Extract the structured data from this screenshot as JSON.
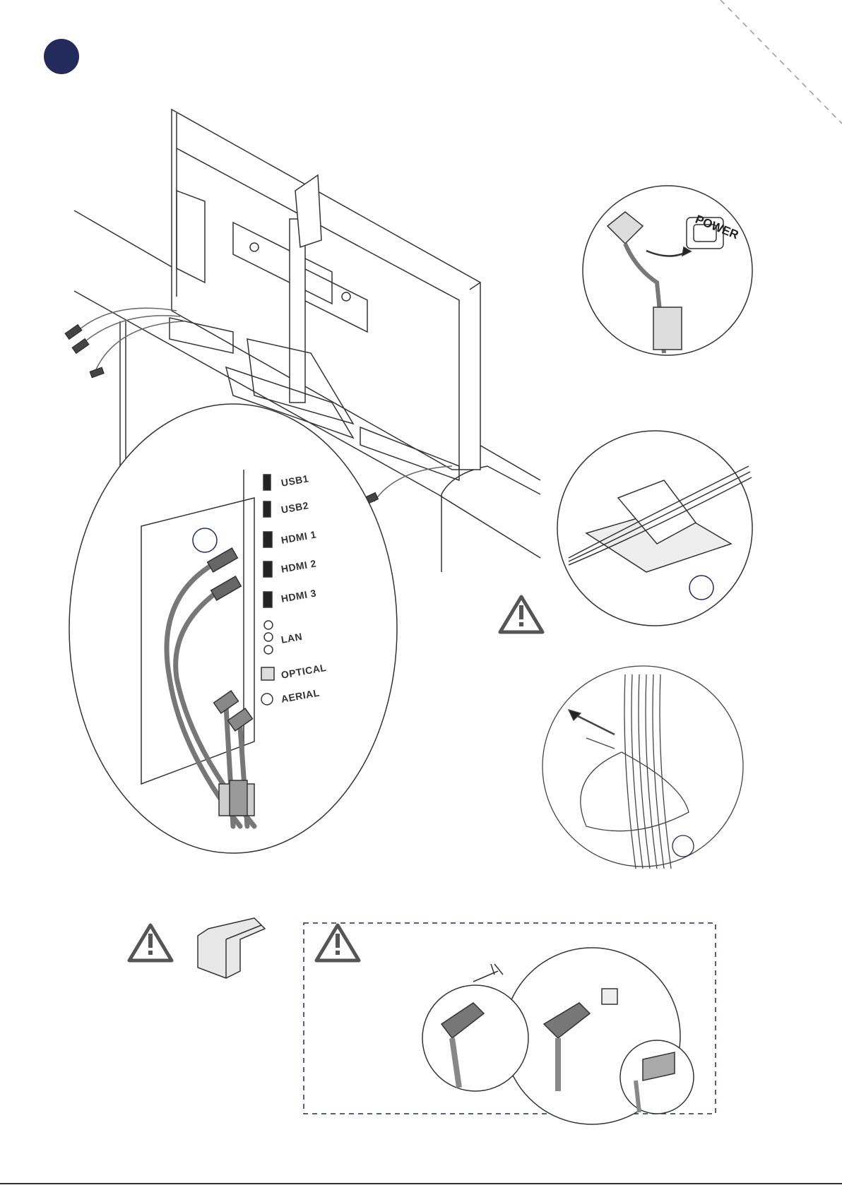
{
  "ports": {
    "usb1": "USB1",
    "usb2": "USB2",
    "hdmi1": "HDMI 1",
    "hdmi2": "HDMI 2",
    "hdmi3": "HDMI 3",
    "lan": "LAN",
    "optical": "OPTICAL",
    "aerial": "AERIAL"
  },
  "power_socket_label": "POWER",
  "colors": {
    "accent": "#232a5c",
    "line": "#333333",
    "cable": "#7a7a7a"
  }
}
